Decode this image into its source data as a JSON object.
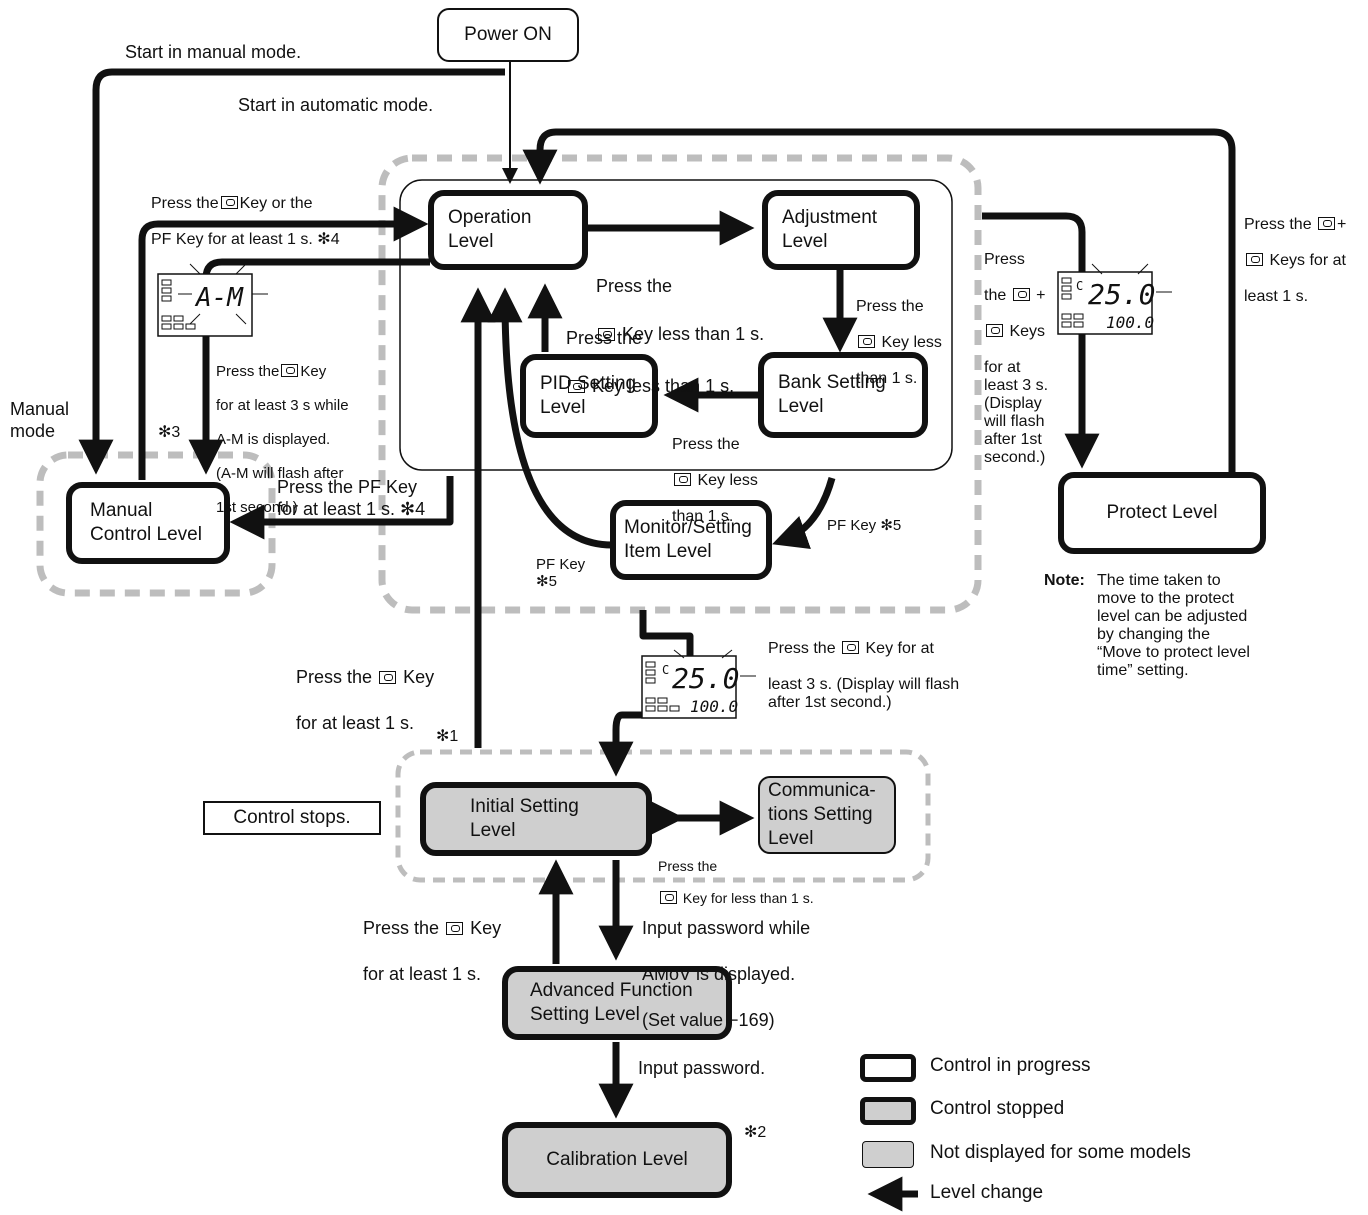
{
  "nodes": {
    "power_on": "Power ON",
    "operation": "Operation\nLevel",
    "adjustment": "Adjustment\nLevel",
    "pid": "PID Setting\nLevel",
    "bank": "Bank Setting\nLevel",
    "monitor": "Monitor/Setting\nItem Level",
    "manual": "Manual\nControl Level",
    "protect": "Protect Level",
    "initial": "Initial Setting\nLevel",
    "comms": "Communica-\ntions Setting\nLevel",
    "advanced": "Advanced Function\nSetting Level",
    "calibration": "Calibration Level",
    "control_stops": "Control stops."
  },
  "labels": {
    "start_manual": "Start in manual mode.",
    "start_auto": "Start in automatic mode.",
    "manual_mode": "Manual\nmode",
    "press_key_or_pf_a": "Press the",
    "press_key_or_pf_b": "Key or the",
    "press_key_or_pf_c": "PF Key for at least 1 s. ✻4",
    "press_lt1_a": "Press the",
    "press_lt1_b": "Key less than 1 s.",
    "press_lt1_2a": "Press the",
    "press_lt1_2b": "Key less than 1 s.",
    "adj_to_bank_a": "Press the",
    "adj_to_bank_b": "Key less",
    "adj_to_bank_c": "than 1 s.",
    "bank_to_pid_a": "Press the",
    "bank_to_pid_b": "Key less",
    "bank_to_pid_c": "than 1 s.",
    "am_a": "Press the",
    "am_b": "Key",
    "am_c": "for at least 3 s while",
    "am_d": "A-M is displayed.",
    "am_e": "(A-M will flash after",
    "am_f": "1st second.)",
    "star3": "✻3",
    "pf_manual": "Press the PF Key\nfor at least 1 s. ✻4",
    "pf_key5_right": "PF Key ✻5",
    "pf_key5_left": "PF Key\n✻5",
    "protect_press_a": "Press",
    "protect_press_b": "the",
    "protect_press_c": "+",
    "protect_press_d": "Keys",
    "protect_press_e": "for at\nleast 3 s.\n(Display\nwill flash\nafter 1st\nsecond.)",
    "protect_back_a": "Press the",
    "protect_back_b": "+",
    "protect_back_c": "Keys for at",
    "protect_back_d": "least 1 s.",
    "note_head": "Note:",
    "note_body": "The time taken to\nmove to the protect\nlevel can be adjusted\nby changing the\n“Move to protect level\ntime” setting.",
    "to_initial_a": "Press the",
    "to_initial_b": "Key for at",
    "to_initial_c": "least 3 s. (Display will flash\nafter 1st second.)",
    "init_to_op_a": "Press the",
    "init_to_op_b": "Key",
    "init_to_op_c": "for at least 1 s.",
    "star1": "✻1",
    "comms_press_a": "Press the",
    "comms_press_b": "Key for less than 1 s.",
    "adv_to_init_a": "Press the",
    "adv_to_init_b": "Key",
    "adv_to_init_c": "for at least 1 s.",
    "pw_a": "Input password while",
    "pw_b": "AMoV is displayed.",
    "pw_c": "(Set value −169)",
    "pw_input": "Input password.",
    "star2": "✻2"
  },
  "lcd": {
    "am": "A-M",
    "temp": "25.0",
    "sv": "100.0",
    "c": "C"
  },
  "legend": {
    "in_progress": "Control in progress",
    "stopped": "Control stopped",
    "not_displayed": "Not displayed for some models",
    "level_change": "Level change"
  }
}
